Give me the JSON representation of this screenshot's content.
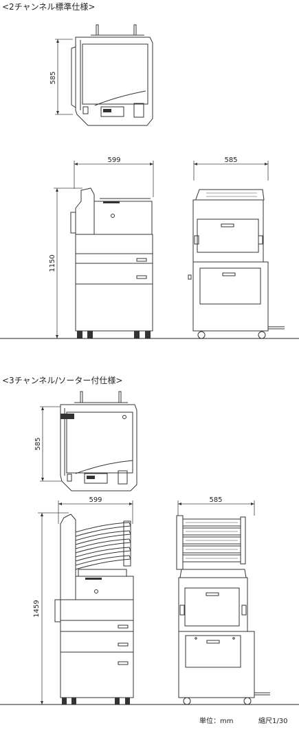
{
  "section1": {
    "title": "<2チャンネル標準仕様>",
    "top_depth": "585",
    "front_width": "599",
    "side_depth": "585",
    "front_height": "1150"
  },
  "section2": {
    "title": "<3チャンネル/ソーター付仕様>",
    "top_depth": "585",
    "front_width": "599",
    "side_depth": "585",
    "front_height": "1459"
  },
  "footer": {
    "unit": "単位：mm",
    "scale": "縮尺1/30"
  }
}
